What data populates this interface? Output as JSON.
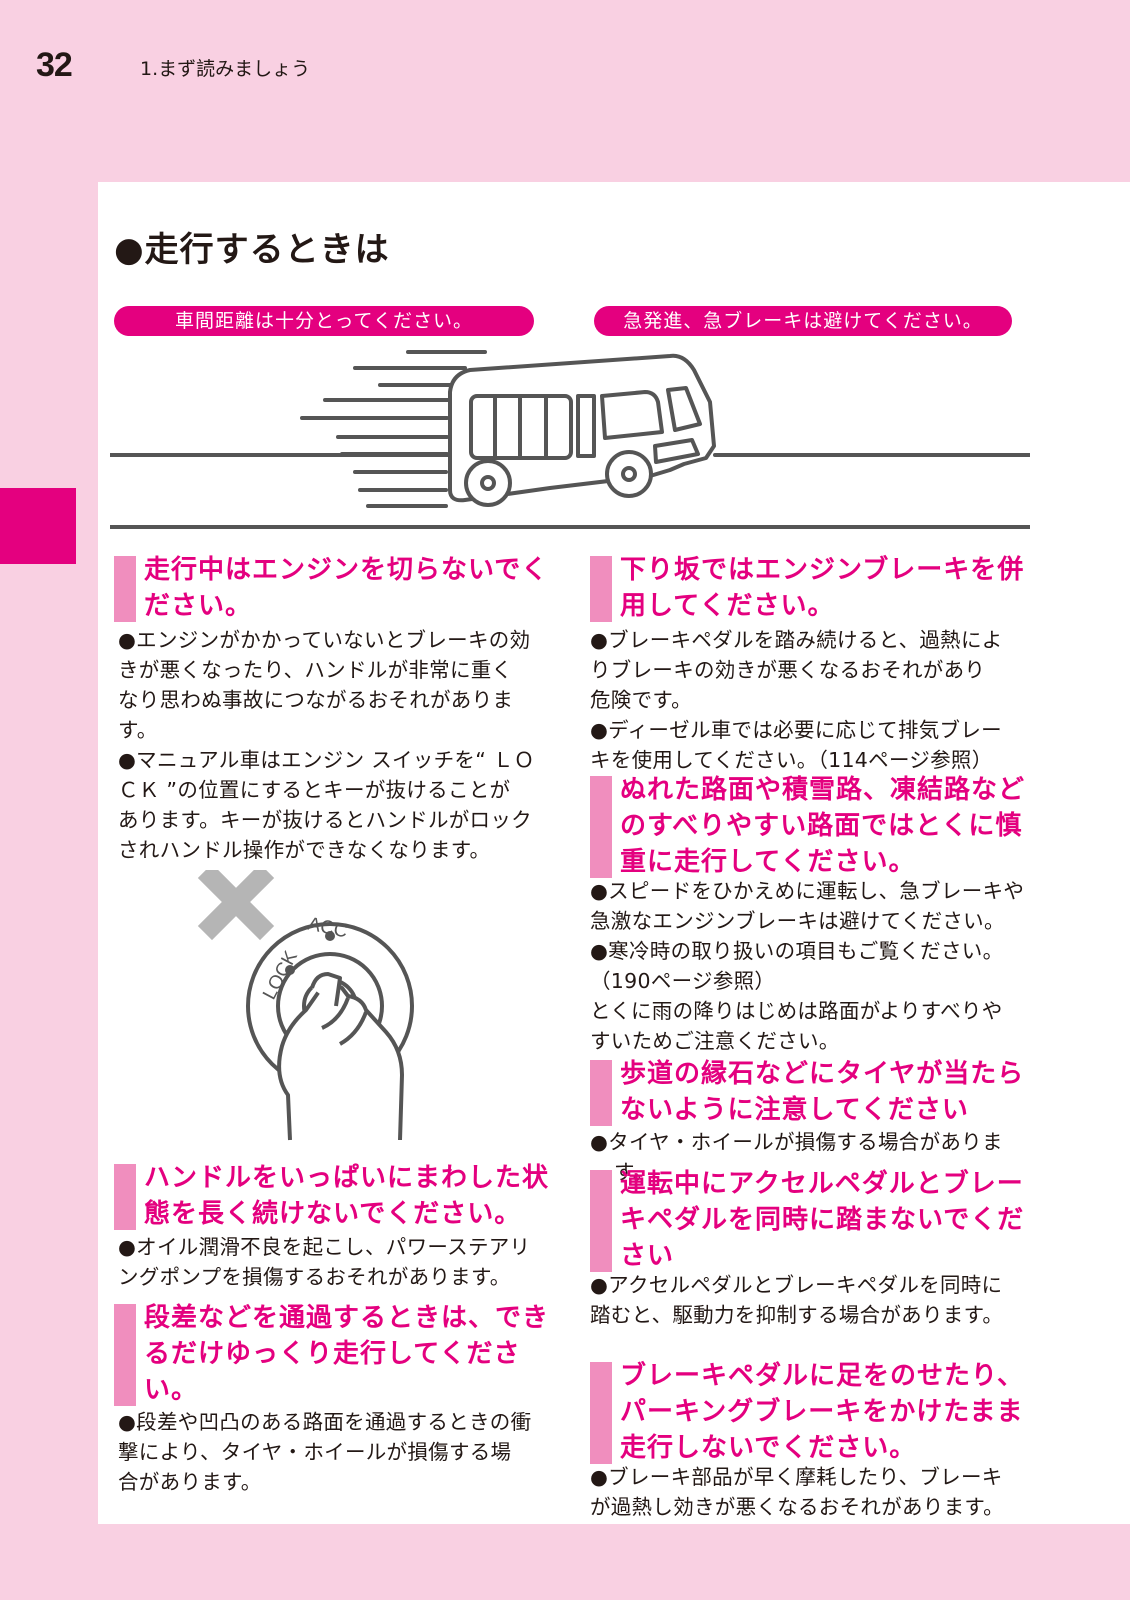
{
  "header": {
    "page_number": "32",
    "chapter": "1.まず読みましょう"
  },
  "section_title": "●走行するときは",
  "pills": [
    "車間距離は十分とってください。",
    "急発進、急ブレーキは避けてください。"
  ],
  "key_labels": {
    "acc": "ACC",
    "lock": "LOCK"
  },
  "left": [
    {
      "heading": [
        "走行中はエンジンを切らないでく",
        "ださい。"
      ],
      "paragraphs": [
        {
          "type": "bullet",
          "lines": [
            "●エンジンがかかっていないとブレーキの効",
            "きが悪くなったり、ハンドルが非常に重く",
            "なり思わぬ事故につながるおそれがありま",
            "す。"
          ]
        },
        {
          "type": "bullet",
          "lines": [
            "●マニュアル車はエンジン スイッチを“ ＬＯ",
            "ＣＫ ”の位置にするとキーが抜けることが",
            "あります。キーが抜けるとハンドルがロック",
            "されハンドル操作ができなくなります。"
          ]
        }
      ]
    },
    {
      "heading": [
        "ハンドルをいっぱいにまわした状",
        "態を長く続けないでください。"
      ],
      "paragraphs": [
        {
          "type": "bullet",
          "lines": [
            "●オイル潤滑不良を起こし、パワーステアリ",
            "ングポンプを損傷するおそれがあります。"
          ]
        }
      ]
    },
    {
      "heading": [
        "段差などを通過するときは、でき",
        "るだけゆっくり走行してくださ",
        "い。"
      ],
      "paragraphs": [
        {
          "type": "bullet",
          "lines": [
            "●段差や凹凸のある路面を通過するときの衝",
            "撃により、タイヤ・ホイールが損傷する場",
            "合があります。"
          ]
        }
      ]
    }
  ],
  "right": [
    {
      "heading": [
        "下り坂ではエンジンブレーキを併",
        "用してください。"
      ],
      "paragraphs": [
        {
          "type": "bullet",
          "lines": [
            "●ブレーキペダルを踏み続けると、過熱によ",
            "りブレーキの効きが悪くなるおそれがあり",
            "危険です。"
          ]
        },
        {
          "type": "bullet",
          "lines": [
            "●ディーゼル車では必要に応じて排気ブレー",
            "キを使用してください。（114ページ参照）"
          ]
        }
      ]
    },
    {
      "heading": [
        "ぬれた路面や積雪路、凍結路など",
        "のすべりやすい路面ではとくに慎",
        "重に走行してください。"
      ],
      "paragraphs": [
        {
          "type": "bullet",
          "lines": [
            "●スピードをひかえめに運転し、急ブレーキや",
            "急激なエンジンブレーキは避けてください。"
          ]
        },
        {
          "type": "bullet",
          "lines": [
            "●寒冷時の取り扱いの項目もご覧ください。",
            "（190ページ参照）"
          ]
        },
        {
          "type": "plain",
          "lines": [
            "とくに雨の降りはじめは路面がよりすべりや",
            "すいためご注意ください。"
          ]
        }
      ]
    },
    {
      "heading": [
        "歩道の縁石などにタイヤが当たら",
        "ないように注意してください"
      ],
      "paragraphs": [
        {
          "type": "bullet",
          "lines": [
            "●タイヤ・ホイールが損傷する場合があります。"
          ]
        }
      ]
    },
    {
      "heading": [
        "運転中にアクセルペダルとブレー",
        "キペダルを同時に踏まないでくだ",
        "さい"
      ],
      "paragraphs": [
        {
          "type": "bullet",
          "lines": [
            "●アクセルペダルとブレーキペダルを同時に",
            "踏むと、駆動力を抑制する場合があります。"
          ]
        }
      ]
    },
    {
      "heading": [
        "ブレーキペダルに足をのせたり、",
        "パーキングブレーキをかけたまま",
        "走行しないでください。"
      ],
      "paragraphs": [
        {
          "type": "bullet",
          "lines": [
            "●ブレーキ部品が早く摩耗したり、ブレーキ",
            "が過熱し効きが悪くなるおそれがあります。"
          ]
        }
      ]
    }
  ]
}
